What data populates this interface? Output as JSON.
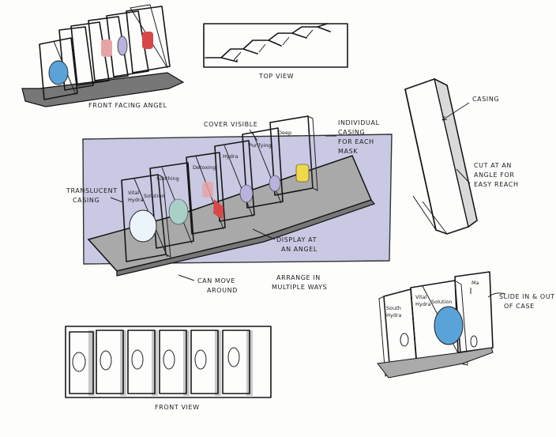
{
  "labels": {
    "front_facing": "FRONT FACING ANGEL",
    "top_view": "TOP VIEW",
    "casing": "CASING",
    "cover_visible": "COVER VISIBLE",
    "individual_1": "INDIVIDUAL",
    "individual_2": "CASING",
    "individual_3": "FOR EACH",
    "individual_4": "MASK",
    "translucent_1": "TRANSLUCENT",
    "translucent_2": "CASING",
    "cut_1": "CUT AT AN",
    "cut_2": "ANGLE FOR",
    "cut_3": "EASY REACH",
    "display_1": "DISPLAY AT",
    "display_2": "AN ANGEL",
    "can_move_1": "CAN MOVE",
    "can_move_2": "AROUND",
    "arrange_1": "ARRANGE IN",
    "arrange_2": "MULTIPLE WAYS",
    "slide_1": "SLIDE IN & OUT",
    "slide_2": "OF CASE",
    "front_view": "FRONT VIEW"
  },
  "packages": {
    "p1_line1": "Vital",
    "p1_line2": "Hydra",
    "p1_line3": "Solution",
    "p2": "Soothing",
    "p3": "Detoxing",
    "p4": "Hydra",
    "p5": "Purifying",
    "p6": "Deep",
    "s1_line1": "South",
    "s1_line2": "Hydra",
    "s2_line1": "Vital",
    "s2_line2": "Hydra",
    "s2_line3": "Solution",
    "s3": "Ma"
  },
  "colors": {
    "ink": "#161616",
    "backdrop": "#c9c9e4",
    "shelf": "#a9a9a9",
    "blue": "#5aa3d8",
    "red": "#d84848",
    "pink": "#e7a3a6",
    "yellow": "#efd84a",
    "teal": "#a9cfc6",
    "lavender": "#b8b2dc"
  }
}
